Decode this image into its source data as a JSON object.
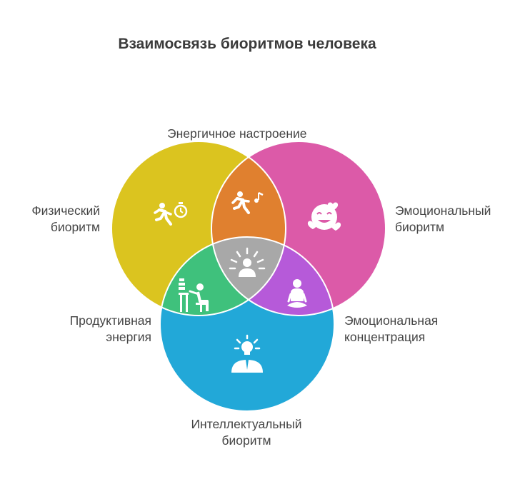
{
  "title": "Взаимосвязь биоритмов человека",
  "colors": {
    "physical": "#dbc41f",
    "emotional": "#dc5aa8",
    "intellectual": "#22a8d8",
    "phys_emo": "#e0802f",
    "phys_int": "#3fc17c",
    "emo_int": "#b65ad9",
    "center": "#a8a8a8"
  },
  "labels": {
    "top": "Энергичное настроение",
    "physical": [
      "Физический",
      "биоритм"
    ],
    "emotional": [
      "Эмоциональный",
      "биоритм"
    ],
    "productive": [
      "Продуктивная",
      "энергия"
    ],
    "emo_focus": [
      "Эмоциональная",
      "концентрация"
    ],
    "intellectual": [
      "Интеллектуальный",
      "биоритм"
    ]
  },
  "icons": {
    "physical": "running-stopwatch-icon",
    "emotional": "smiling-face-hearts-icon",
    "top": "dancing-music-icon",
    "productive": "person-at-desk-icon",
    "emo_focus": "meditating-person-icon",
    "center": "radiant-person-icon",
    "intellectual": "person-lightbulb-icon"
  }
}
